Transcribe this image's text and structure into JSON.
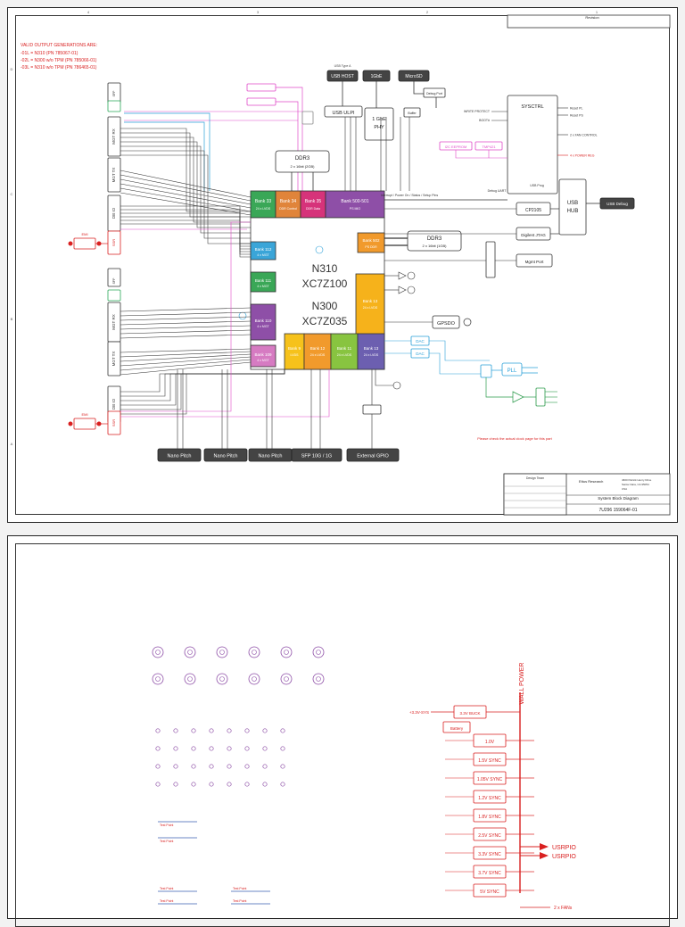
{
  "sheet1": {
    "valid_heading": "VALID OUTPUT GENERATIONS ARE:",
    "valid_lines": [
      "-01L = N310 (PN 785067-01)",
      "-02L = N300 w/o TPM (PN 785066-01)",
      "-03L = N310 w/o TPM (PN 786465-01)"
    ],
    "top_buttons": [
      "USB HOST",
      "1GbE",
      "MicroSD"
    ],
    "usb_type": "USB Type A",
    "usb_ulpi": "USB ULPI",
    "phy": [
      "1 GbE",
      "PHY"
    ],
    "buffer": "Buffer",
    "debug_port": "Debug Port",
    "write_protect": "WRITE PROTECT",
    "boot": "BOOT#",
    "sysctrl": "SYSCTRL",
    "sysctrl_outputs": [
      "Reset PL",
      "Reset PS",
      "2 x FAN CONTROL",
      "4 x POWER REG"
    ],
    "i2c_eeprom": "I2C EEPROM",
    "tmp421": "TMP421",
    "ddr3_top": [
      "DDR3",
      "2 x 16bit (2GB)"
    ],
    "ddr3_right": [
      "DDR3",
      "2 x 16bit (1GB)"
    ],
    "bus_label": "Interrupt / Power On / Status / Setup Pins",
    "banks_top": [
      {
        "name": "Bank 33",
        "sub": "24 x LVDS",
        "color": "#3aa757"
      },
      {
        "name": "Bank 34",
        "sub": "DDR Control",
        "color": "#e0843a"
      },
      {
        "name": "Bank 35",
        "sub": "DDR Data",
        "color": "#d6337a"
      },
      {
        "name": "Bank 500-501",
        "sub": "PS MIO",
        "color": "#8e4fa7"
      }
    ],
    "bank_502": {
      "name": "Bank 502",
      "sub": "PS DDR"
    },
    "bank_112": {
      "name": "Bank 112",
      "sub": "4 x MGT"
    },
    "bank_111": {
      "name": "Bank 111",
      "sub": "4 x MGT"
    },
    "bank_110": {
      "name": "Bank 110",
      "sub": "4 x MGT"
    },
    "bank_109": {
      "name": "Bank 109",
      "sub": "4 x MGT"
    },
    "bank_13_right": {
      "name": "Bank 13",
      "sub": "24 x LVDS"
    },
    "banks_bottom": [
      {
        "name": "Bank 9",
        "sub": "LVDS",
        "color": "#f6c21b"
      },
      {
        "name": "Bank 12",
        "sub": "24 x LVDS",
        "color": "#f19a2c"
      },
      {
        "name": "Bank 11",
        "sub": "24 x LVDS",
        "color": "#88c440"
      },
      {
        "name": "Bank 13",
        "sub": "24 x LVDS",
        "color": "#6c5fb0"
      }
    ],
    "chip_lines": [
      "N310",
      "XC7Z100",
      "N300",
      "XC7Z035"
    ],
    "cp2105": "CP2105",
    "digilent": "Digilent JTAG",
    "usb_hub": [
      "USB",
      "HUB"
    ],
    "usb_debug": "USB Debug",
    "usb_prog": "USB Prog",
    "debug_uart": "Debug UART",
    "mgmt_port": "Mgmt Port",
    "gpsdo": "GPSDO",
    "dac": "DAC",
    "pll": "PLL",
    "left_blocks": [
      "MGT RX",
      "MGT TX",
      "DB IO",
      "MGT RX",
      "MGT TX",
      "DB IO"
    ],
    "sfp": "SFP",
    "ssr": "SSR",
    "emi": "EMI",
    "bottom_buttons": [
      "Nano Pitch",
      "Nano Pitch",
      "Nano Pitch",
      "SFP 10G / 1G",
      "External GPIO"
    ],
    "check_note": "Please check the actual clock page for this part",
    "title_block": {
      "company": "Ettus Research",
      "address": [
        "4600 Patrick Henry Drive",
        "Santa Clara, CA 95054",
        "USA"
      ],
      "title": "System Block Diagram",
      "number": "7U296 159064F-01"
    },
    "design_team": "Design Team",
    "revision": "Revision",
    "grid_letters": [
      "D",
      "C",
      "B",
      "A"
    ],
    "grid_numbers": [
      "4",
      "3",
      "2",
      "1"
    ]
  },
  "sheet2": {
    "wall_power": "WALL POWER",
    "sys_label": "+3.3V-SYS",
    "buck": "3.3V BUCK",
    "battery": "Battery",
    "regulators": [
      "1.0V",
      "1.5V SYNC",
      "1.05V SYNC",
      "1.2V SYNC",
      "1.8V SYNC",
      "2.5V SYNC",
      "3.3V SYNC",
      "3.7V SYNC",
      "5V SYNC"
    ],
    "usrpio": [
      "USRPIO",
      "USRPIO"
    ],
    "fan": "2 x FANs",
    "test_point": "Test Point"
  }
}
